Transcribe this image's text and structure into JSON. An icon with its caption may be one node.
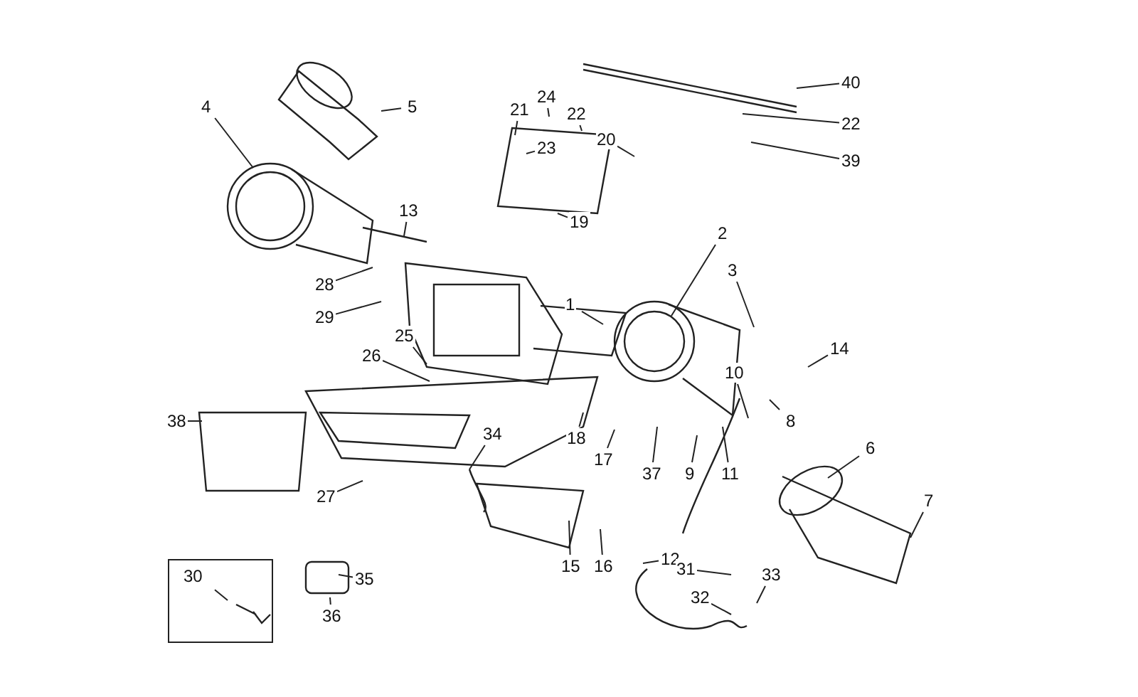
{
  "diagram": {
    "nodes": [
      {
        "text": [
          "5"
        ]
      },
      {
        "text": [
          "40"
        ]
      },
      {
        "text": [
          "4"
        ]
      },
      {
        "text": [
          "21"
        ]
      },
      {
        "text": [
          "24"
        ]
      },
      {
        "text": [
          "22"
        ]
      },
      {
        "text": [
          "22"
        ]
      },
      {
        "text": [
          "20"
        ]
      },
      {
        "text": [
          "23"
        ]
      },
      {
        "text": [
          "39"
        ]
      },
      {
        "text": [
          "13"
        ]
      },
      {
        "text": [
          "19"
        ]
      },
      {
        "text": [
          "2"
        ]
      },
      {
        "text": [
          "3"
        ]
      },
      {
        "text": [
          "28"
        ]
      },
      {
        "text": [
          "1"
        ]
      },
      {
        "text": [
          "29"
        ]
      },
      {
        "text": [
          "14"
        ]
      },
      {
        "text": [
          "25"
        ]
      },
      {
        "text": [
          "26"
        ]
      },
      {
        "text": [
          "10"
        ]
      },
      {
        "text": [
          "8"
        ]
      },
      {
        "text": [
          "38"
        ]
      },
      {
        "text": [
          "6"
        ]
      },
      {
        "text": [
          "34"
        ]
      },
      {
        "text": [
          "18"
        ]
      },
      {
        "text": [
          "17"
        ]
      },
      {
        "text": [
          "37"
        ]
      },
      {
        "text": [
          "9"
        ]
      },
      {
        "text": [
          "11"
        ]
      },
      {
        "text": [
          "7"
        ]
      },
      {
        "text": [
          "27"
        ]
      },
      {
        "text": [
          "12"
        ]
      },
      {
        "text": [
          "31"
        ]
      },
      {
        "text": [
          "33"
        ]
      },
      {
        "text": [
          "32"
        ]
      },
      {
        "text": [
          "15"
        ]
      },
      {
        "text": [
          "16"
        ]
      },
      {
        "text": [
          "30"
        ]
      },
      {
        "text": [
          "35"
        ]
      },
      {
        "text": [
          "36"
        ]
      }
    ],
    "edges": [
      {
        "from": 0,
        "to": null,
        "arrow": "none"
      },
      {
        "from": 1,
        "to": null,
        "arrow": "none"
      },
      {
        "from": 2,
        "to": null,
        "arrow": "none"
      },
      {
        "from": 3,
        "to": null,
        "arrow": "none"
      },
      {
        "from": 4,
        "to": null,
        "arrow": "none"
      },
      {
        "from": 5,
        "to": null,
        "arrow": "none"
      },
      {
        "from": 6,
        "to": null,
        "arrow": "none"
      },
      {
        "from": 7,
        "to": null,
        "arrow": "none"
      },
      {
        "from": 8,
        "to": null,
        "arrow": "none"
      },
      {
        "from": 9,
        "to": null,
        "arrow": "none"
      },
      {
        "from": 10,
        "to": null,
        "arrow": "none"
      },
      {
        "from": 11,
        "to": null,
        "arrow": "none"
      },
      {
        "from": 12,
        "to": null,
        "arrow": "none"
      },
      {
        "from": 13,
        "to": null,
        "arrow": "none"
      },
      {
        "from": 14,
        "to": null,
        "arrow": "none"
      },
      {
        "from": 15,
        "to": null,
        "arrow": "none"
      },
      {
        "from": 16,
        "to": null,
        "arrow": "none"
      },
      {
        "from": 17,
        "to": null,
        "arrow": "none"
      },
      {
        "from": 18,
        "to": null,
        "arrow": "none"
      },
      {
        "from": 19,
        "to": null,
        "arrow": "none"
      },
      {
        "from": 20,
        "to": null,
        "arrow": "none"
      },
      {
        "from": 21,
        "to": null,
        "arrow": "none"
      },
      {
        "from": 22,
        "to": null,
        "arrow": "none"
      },
      {
        "from": 23,
        "to": null,
        "arrow": "none"
      },
      {
        "from": 24,
        "to": null,
        "arrow": "none"
      },
      {
        "from": 25,
        "to": null,
        "arrow": "none"
      },
      {
        "from": 26,
        "to": null,
        "arrow": "none"
      },
      {
        "from": 27,
        "to": null,
        "arrow": "none"
      },
      {
        "from": 28,
        "to": null,
        "arrow": "none"
      },
      {
        "from": 29,
        "to": null,
        "arrow": "none"
      },
      {
        "from": 30,
        "to": null,
        "arrow": "none"
      },
      {
        "from": 31,
        "to": null,
        "arrow": "none"
      },
      {
        "from": 32,
        "to": null,
        "arrow": "none"
      },
      {
        "from": 33,
        "to": null,
        "arrow": "none"
      },
      {
        "from": 34,
        "to": null,
        "arrow": "none"
      },
      {
        "from": 35,
        "to": null,
        "arrow": "none"
      },
      {
        "from": 36,
        "to": null,
        "arrow": "none"
      },
      {
        "from": 37,
        "to": null,
        "arrow": "none"
      },
      {
        "from": 38,
        "to": null,
        "arrow": "none"
      },
      {
        "from": 39,
        "to": null,
        "arrow": "none"
      },
      {
        "from": 40,
        "to": null,
        "arrow": "none"
      }
    ]
  }
}
